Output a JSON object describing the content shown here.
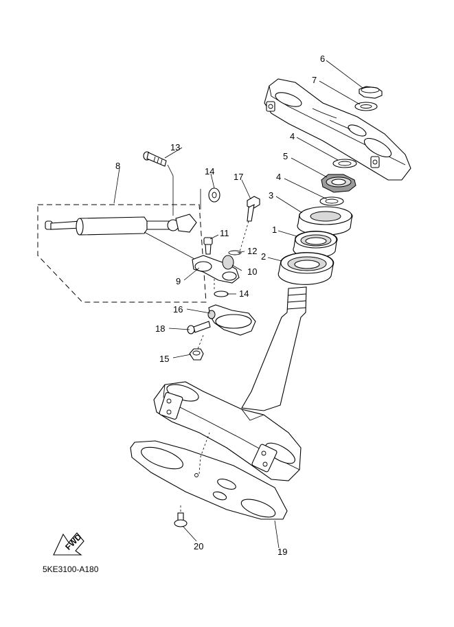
{
  "figure_code": "5KE3100-A180",
  "fwd_label": "FWD",
  "callouts": [
    "1",
    "2",
    "3",
    "4",
    "4",
    "5",
    "6",
    "7",
    "8",
    "9",
    "10",
    "11",
    "12",
    "13",
    "14",
    "14",
    "15",
    "16",
    "17",
    "18",
    "19",
    "20"
  ],
  "colors": {
    "line": "#000000",
    "shade": "#d8d8d8",
    "dark": "#9a9a9a"
  }
}
